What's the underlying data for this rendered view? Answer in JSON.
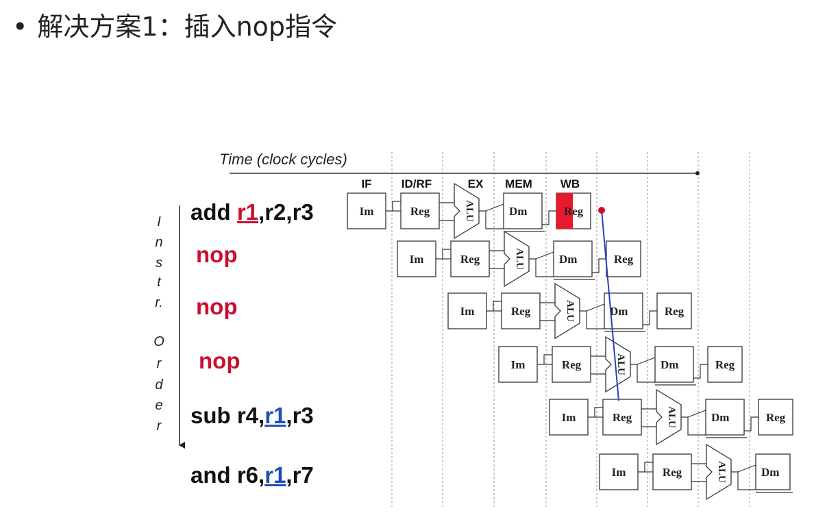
{
  "title": {
    "bullet": "•",
    "text": "解决方案1：插入nop指令"
  },
  "diagram": {
    "time_label": "Time (clock cycles)",
    "axis_label": [
      "I",
      "n",
      "s",
      "t",
      "r.",
      "O",
      "r",
      "d",
      "e",
      "r"
    ],
    "stages": [
      "IF",
      "ID/RF",
      "EX",
      "MEM",
      "WB"
    ],
    "block_labels": {
      "im": "Im",
      "reg": "Reg",
      "alu": "ALU",
      "dm": "Dm"
    },
    "instructions": [
      {
        "parts": [
          {
            "text": "add ",
            "style": "plain"
          },
          {
            "text": "r1",
            "style": "red"
          },
          {
            "text": ",r2,r3",
            "style": "plain"
          }
        ]
      },
      {
        "parts": [
          {
            "text": "nop",
            "style": "nop"
          }
        ]
      },
      {
        "parts": [
          {
            "text": "nop",
            "style": "nop"
          }
        ]
      },
      {
        "parts": [
          {
            "text": "nop",
            "style": "nop"
          }
        ]
      },
      {
        "parts": [
          {
            "text": "sub r4,",
            "style": "plain"
          },
          {
            "text": "r1",
            "style": "blue"
          },
          {
            "text": ",r3",
            "style": "plain"
          }
        ]
      },
      {
        "parts": [
          {
            "text": "and r6,",
            "style": "plain"
          },
          {
            "text": "r1",
            "style": "blue"
          },
          {
            "text": ",r7",
            "style": "plain"
          }
        ]
      }
    ],
    "colors": {
      "highlight": "#e8192c",
      "dependency_line": "#2a3fc0",
      "dependency_dot": "#d0102a",
      "red_reg": "#c8102e",
      "blue_reg": "#1f4fb5"
    }
  }
}
